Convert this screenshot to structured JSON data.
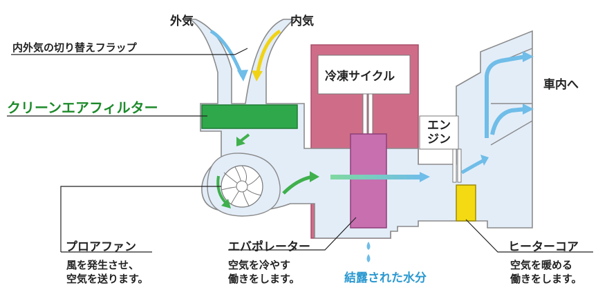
{
  "labels": {
    "outside_air": "外気",
    "inside_air": "内気",
    "flap": "内外気の切り替えフラップ",
    "filter": "クリーンエアフィルター",
    "refrigeration_cycle": "冷凍サイクル",
    "engine": "エン\nジン",
    "to_cabin": "車内へ",
    "blower_fan": "プロアファン",
    "blower_desc": "風を発生させ、\n空気を送ります。",
    "evaporator": "エバポレーター",
    "evaporator_desc": "空気を冷やす\n働きをします。",
    "condensed_water": "結露された水分",
    "heater_core": "ヒーターコア",
    "heater_desc": "空気を暖める\n働きをします。"
  },
  "colors": {
    "duct_fill": "#e3edf8",
    "duct_stroke": "#8a8a8a",
    "refrigeration_box": "#cf6d88",
    "filter_green": "#2ea84a",
    "evaporator_purple": "#c86fb0",
    "heater_yellow": "#f3da12",
    "arrow_blue": "#6fbde8",
    "arrow_yellow": "#f1d315",
    "arrow_green": "#3fb04c",
    "filter_label": "#1c8a2a",
    "water_label": "#2a98d0"
  },
  "icons": [
    "fan-icon",
    "water-drop-icon",
    "airflow-arrow-icon"
  ]
}
